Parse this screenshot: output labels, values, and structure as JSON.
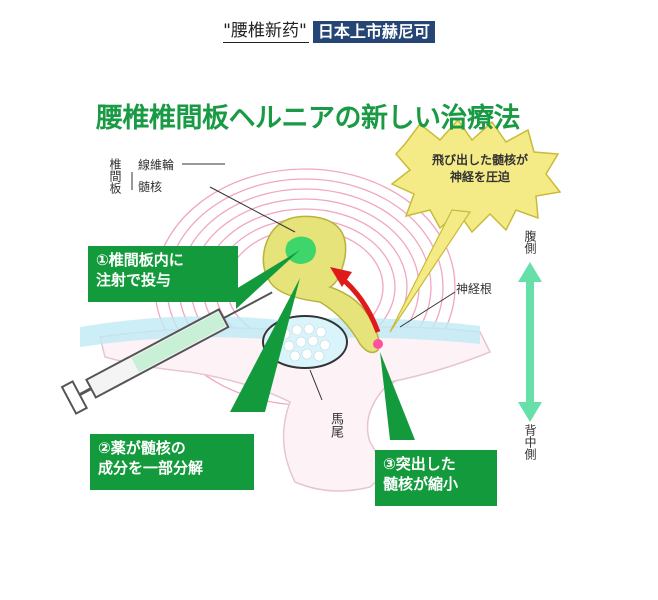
{
  "header": {
    "quoted_title": "\"腰椎新药\"",
    "highlight": "日本上市赫尼可"
  },
  "figure": {
    "title": "腰椎椎間板ヘルニアの新しい治療法",
    "disc_label": "椎間板",
    "annulus_label": "線維輪",
    "nucleus_label": "髄核",
    "callout_line1": "飛び出した髄核が",
    "callout_line2": "神経を圧迫",
    "nerve_root_label": "神経根",
    "cauda_label": "馬尾",
    "belly_label": "腹側",
    "back_label": "背中側",
    "step1_line1": "①椎間板内に",
    "step1_line2": "注射で投与",
    "step2_line1": "②薬が髄核の",
    "step2_line2": "成分を一部分解",
    "step3_line1": "③突出した",
    "step3_line2": "髄核が縮小"
  },
  "colors": {
    "highlight_bg": "#254674",
    "title_green": "#1a9a44",
    "box_green": "#139a3c",
    "disc_rings": "#f2a6bf",
    "nucleus": "#e6e37a",
    "drug": "#3ed66a",
    "arrow_red": "#e01a1a",
    "axis_arrow": "#66e0a8",
    "callout_fill": "#f5eb86"
  }
}
